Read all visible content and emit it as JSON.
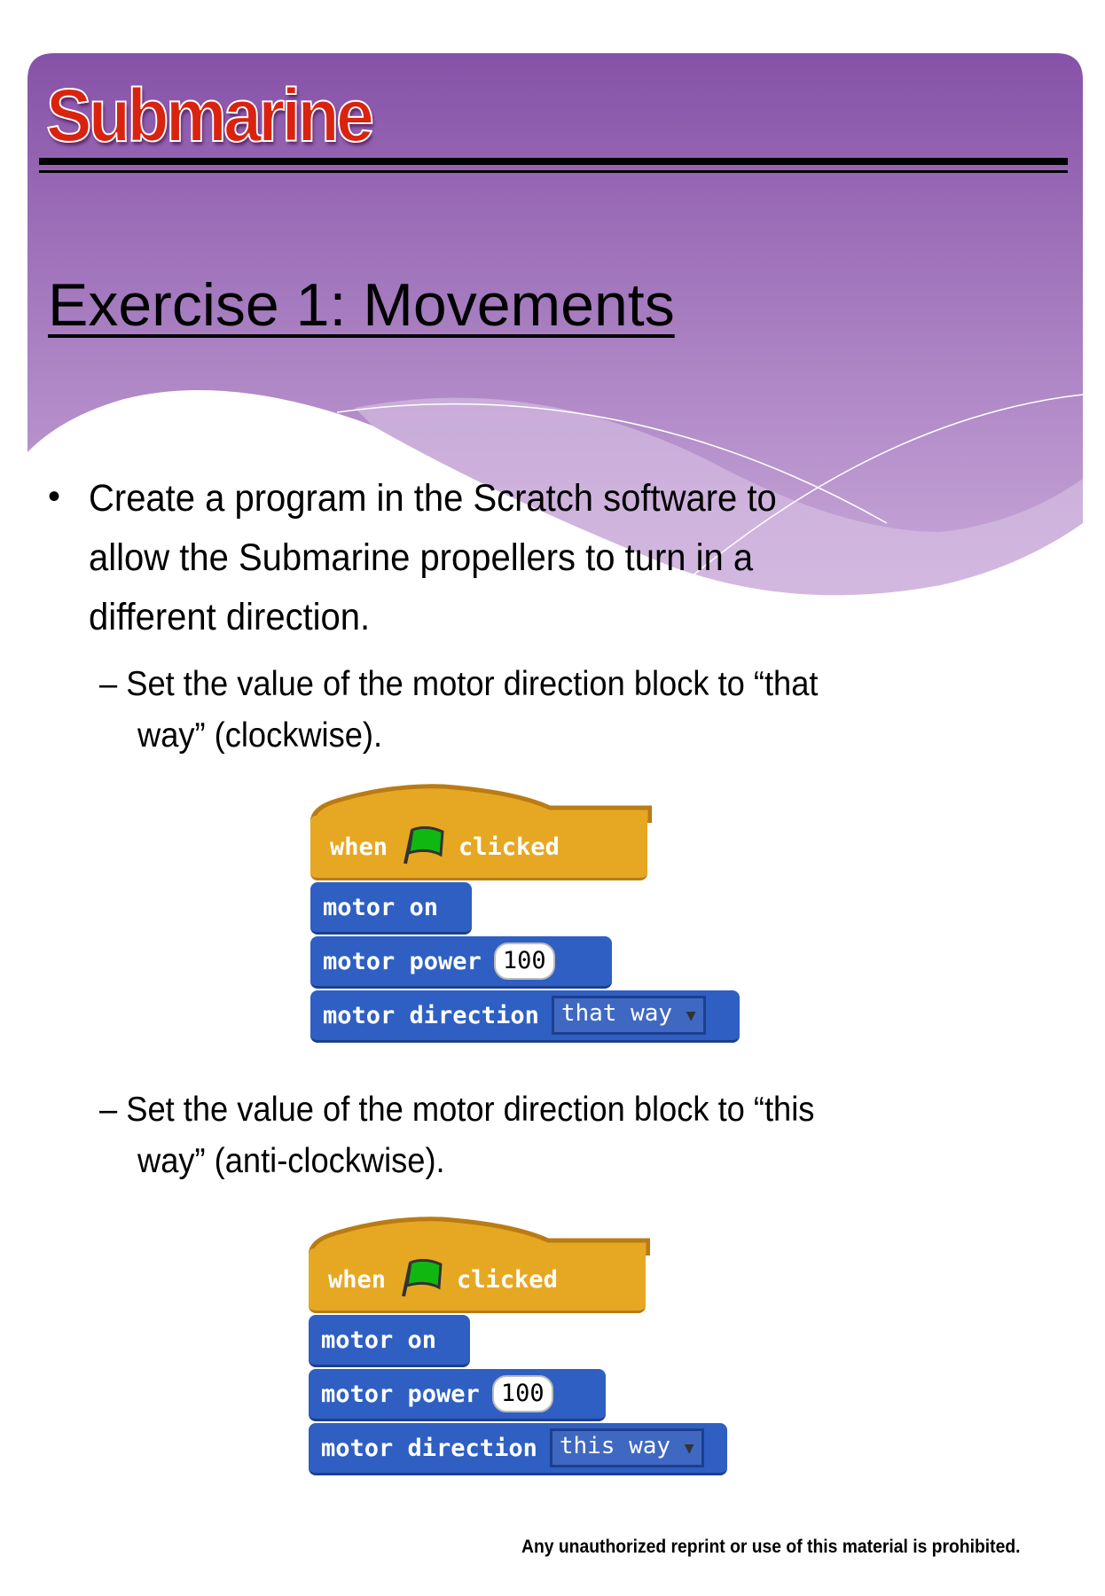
{
  "header": {
    "title": "Submarine",
    "heading": "Exercise 1: Movements"
  },
  "bullet": {
    "lines": [
      "Create a program in the Scratch software to",
      "allow the Submarine propellers to turn in a",
      "different direction."
    ]
  },
  "sub1": {
    "lines": [
      "– Set the value of the motor direction block to “that",
      "way” (clockwise)."
    ]
  },
  "sub2": {
    "lines": [
      "– Set the value of the motor direction block to “this",
      "way” (anti-clockwise)."
    ]
  },
  "script1": {
    "when": "when",
    "clicked": "clicked",
    "motor_on": "motor on",
    "motor_power": "motor power",
    "power_value": "100",
    "motor_direction": "motor direction",
    "direction_value": "that way"
  },
  "script2": {
    "when": "when",
    "clicked": "clicked",
    "motor_on": "motor on",
    "motor_power": "motor power",
    "power_value": "100",
    "motor_direction": "motor direction",
    "direction_value": "this way"
  },
  "footer": "Any unauthorized reprint or use of this material is prohibited.",
  "colors": {
    "purple": "#8652a8",
    "title_red": "#d9230f",
    "hat": "#e6a823",
    "motion": "#2f5fc2",
    "flag": "#11b711"
  }
}
